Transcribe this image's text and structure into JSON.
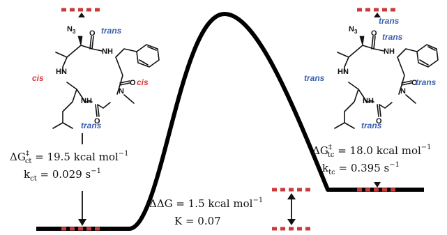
{
  "left_state": {
    "labels": {
      "trans_top": "trans",
      "cis_left": "cis",
      "cis_right": "cis",
      "trans_bottom": "trans"
    },
    "azide": {
      "base": "N",
      "sub": "3"
    },
    "atoms": {
      "nh_top": "NH",
      "hn_left": "HN",
      "n_right": "N",
      "nh_bottom": "NH",
      "o_top": "O",
      "o_right": "O",
      "o_bottom": "O"
    },
    "eq1": {
      "delta": "ΔG",
      "sub": "ct",
      "sup": "‡",
      "rest": " = 19.5 kcal mol",
      "exp": "−1"
    },
    "eq2": {
      "base": "k",
      "sub": "ct",
      "rest": " = 0.029 s",
      "exp": "−1"
    }
  },
  "right_state": {
    "labels": {
      "trans_top1": "trans",
      "trans_top2": "trans",
      "trans_left": "trans",
      "trans_right": "trans",
      "trans_bottom": "trans"
    },
    "azide": {
      "base": "N",
      "sub": "3"
    },
    "atoms": {
      "nh_top": "NH",
      "hn_left": "HN",
      "n_right": "N",
      "nh_bottom": "NH",
      "o_top": "O",
      "o_right": "O",
      "o_bottom": "O"
    },
    "eq1": {
      "delta": "ΔG",
      "sub": "tc",
      "sup": "‡",
      "rest": " = 18.0 kcal mol",
      "exp": "−1"
    },
    "eq2": {
      "base": "k",
      "sub": "tc",
      "rest": " = 0.395 s",
      "exp": "−1"
    }
  },
  "center": {
    "eq1": {
      "text": "ΔΔG = 1.5 kcal mol",
      "exp": "−1"
    },
    "eq2": {
      "text": "K = 0.07"
    }
  },
  "colors": {
    "red_label": "#d93a3a",
    "blue_label": "#3a5fb0",
    "dash_red": "#c93b3b",
    "profile": "#000000"
  }
}
